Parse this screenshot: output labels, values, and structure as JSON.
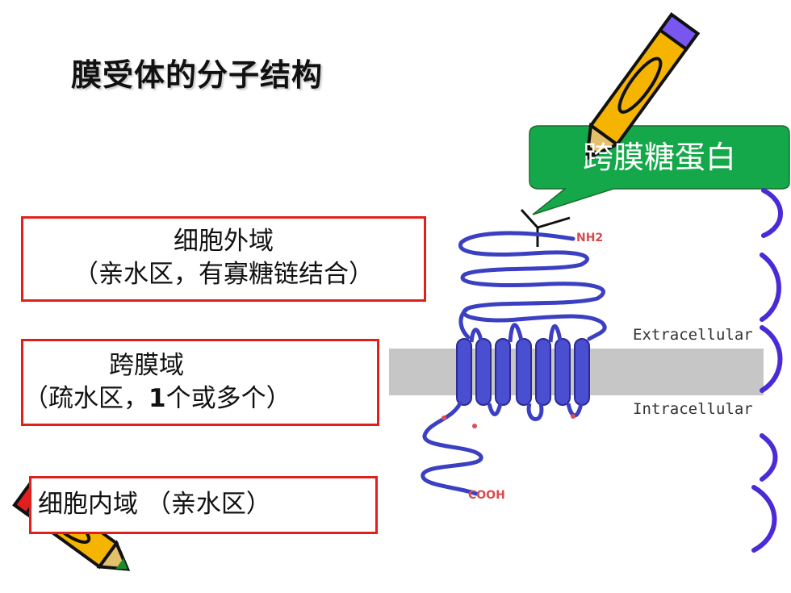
{
  "title": "膜受体的分子结构",
  "callout": {
    "text": "跨膜糖蛋白"
  },
  "boxes": {
    "extracellular": {
      "line1": "细胞外域",
      "line2": "（亲水区，有寡糖链结合）"
    },
    "transmembrane": {
      "line1": "跨膜域",
      "line2_pre": "（疏水区，",
      "line2_bold": "1",
      "line2_post": "个或多个）"
    },
    "intracellular": {
      "text": "细胞内域 （亲水区）"
    }
  },
  "diagram_labels": {
    "extracellular": "Extracellular",
    "intracellular": "Intracellular",
    "nh2": "NH2",
    "cooh": "COOH"
  },
  "colors": {
    "box_border": "#e0201a",
    "callout_fill": "#14a84a",
    "protein": "#3b3fc2",
    "membrane": "#c6c6c6",
    "bracket": "#4b2bd6"
  },
  "icons": [
    "crayon-icon",
    "crayon-icon"
  ]
}
